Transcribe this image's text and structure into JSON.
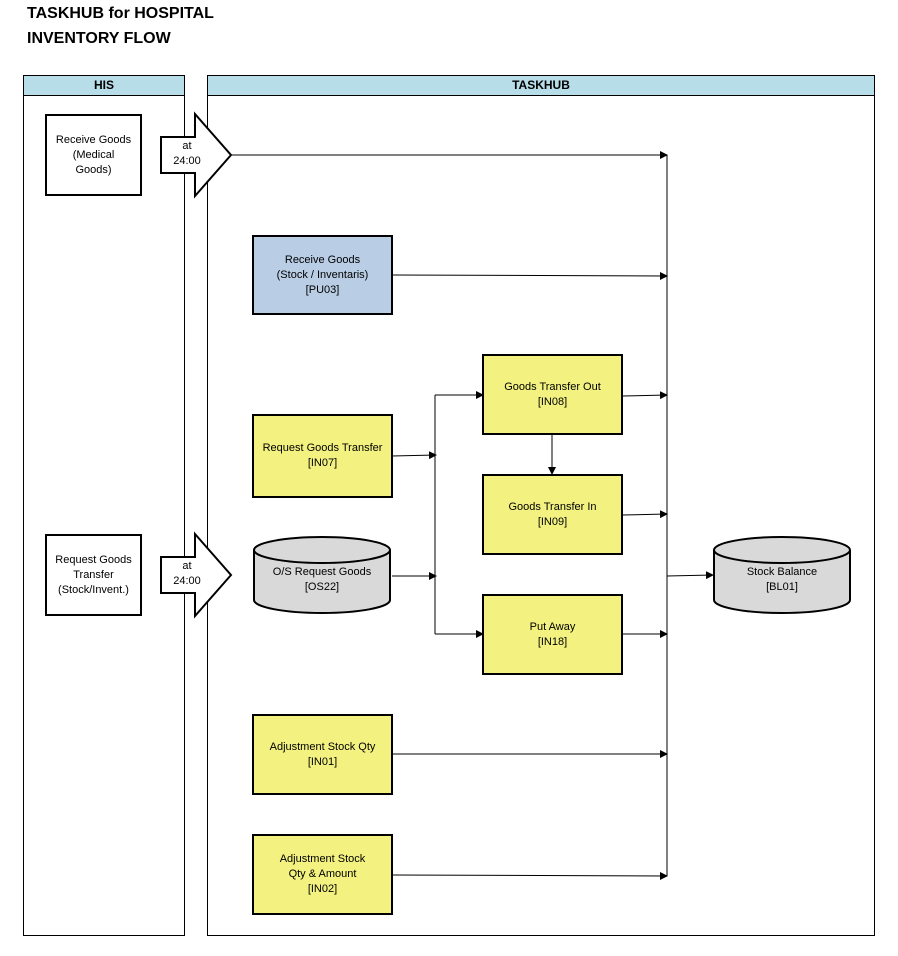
{
  "title": {
    "line1": "TASKHUB for HOSPITAL",
    "line2": "INVENTORY FLOW"
  },
  "lanes": {
    "his": "HIS",
    "taskhub": "TASKHUB"
  },
  "his_boxes": {
    "receive": {
      "l1": "Receive Goods",
      "l2": "(Medical",
      "l3": "Goods)"
    },
    "request": {
      "l1": "Request Goods",
      "l2": "Transfer",
      "l3": "(Stock/Invent.)"
    }
  },
  "triggers": {
    "top": {
      "l1": "at",
      "l2": "24:00"
    },
    "bottom": {
      "l1": "at",
      "l2": "24:00"
    }
  },
  "tasks": {
    "pu03": {
      "l1": "Receive Goods",
      "l2": "(Stock / Inventaris)",
      "l3": "[PU03]"
    },
    "in07": {
      "l1": "Request Goods Transfer",
      "l2": "[IN07]"
    },
    "os22": {
      "l1": "O/S Request Goods",
      "l2": "[OS22]"
    },
    "in08": {
      "l1": "Goods Transfer Out",
      "l2": "[IN08]"
    },
    "in09": {
      "l1": "Goods Transfer In",
      "l2": "[IN09]"
    },
    "in18": {
      "l1": "Put Away",
      "l2": "[IN18]"
    },
    "in01": {
      "l1": "Adjustment Stock Qty",
      "l2": "[IN01]"
    },
    "in02": {
      "l1": "Adjustment Stock",
      "l2": "Qty & Amount",
      "l3": "[IN02]"
    },
    "bl01": {
      "l1": "Stock Balance",
      "l2": "[BL01]"
    }
  },
  "colors": {
    "lane_header": "#b7dde8",
    "task_yellow": "#f3f281",
    "task_blue": "#b9cde5",
    "datastore_gray": "#d9d9d9"
  }
}
